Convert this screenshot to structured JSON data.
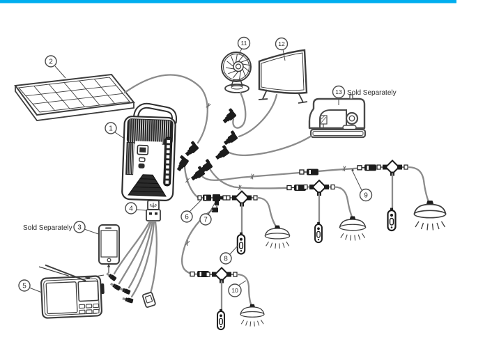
{
  "page": {
    "background": "#ffffff"
  },
  "colors": {
    "accent_bar": "#00aeef",
    "line": "#3d3d3d",
    "cable": "#8b8b8b",
    "dark": "#1c1c1c"
  },
  "callouts": {
    "c1": "1",
    "c2": "2",
    "c3": "3",
    "c4": "4",
    "c5": "5",
    "c6": "6",
    "c7": "7",
    "c8": "8",
    "c9": "9",
    "c10": "10",
    "c11": "11",
    "c12": "12",
    "c13": "13"
  },
  "annotations": {
    "sold_separately_phone": "Sold Separately",
    "sold_separately_sewing": "Sold Separately"
  }
}
